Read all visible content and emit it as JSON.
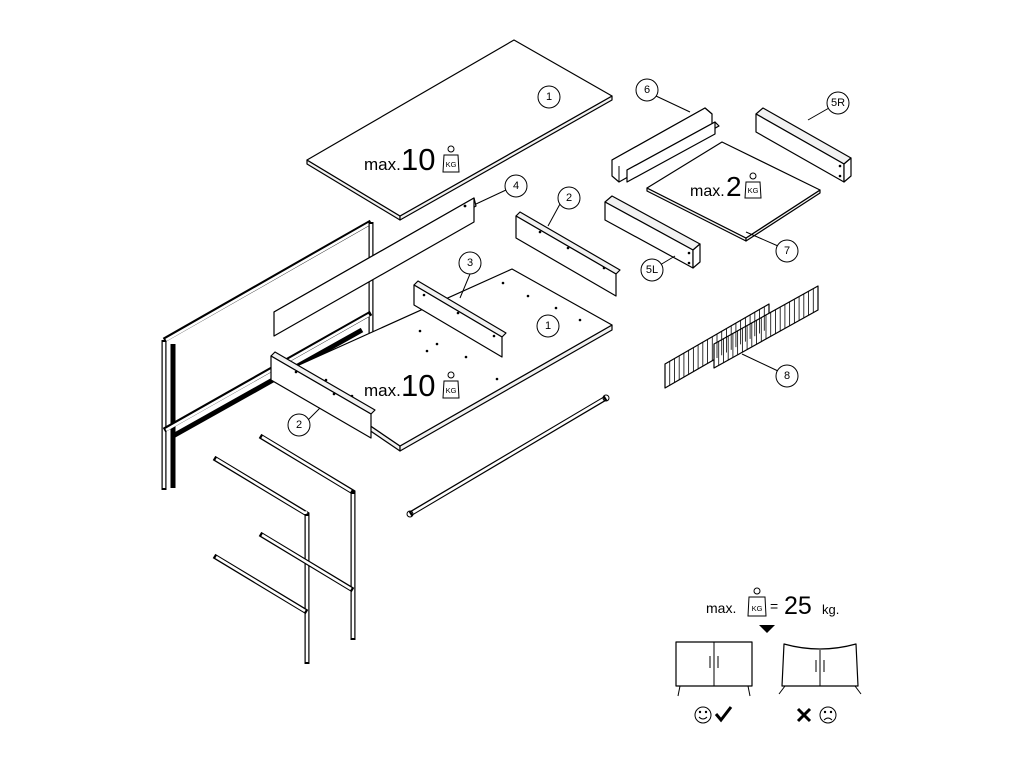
{
  "callouts": {
    "top_panel": "1",
    "bottom_panel": "1",
    "side_left": "2",
    "side_right": "2",
    "divider": "3",
    "back_rail": "4",
    "drawer_side_left": "5L",
    "drawer_side_right": "5R",
    "drawer_front": "6",
    "drawer_bottom": "7",
    "slats": "8"
  },
  "load_labels": {
    "top": {
      "prefix": "max.",
      "value": "10",
      "unit": "KG"
    },
    "bottom": {
      "prefix": "max.",
      "value": "10",
      "unit": "KG"
    },
    "drawer": {
      "prefix": "max.",
      "value": "2",
      "unit": "KG"
    }
  },
  "total_load": {
    "prefix": "max.",
    "unit_icon": "KG",
    "equals": "=",
    "value": "25",
    "unit": "kg."
  },
  "result_icons": {
    "good": "smiley-check",
    "bad": "cross-frown"
  }
}
